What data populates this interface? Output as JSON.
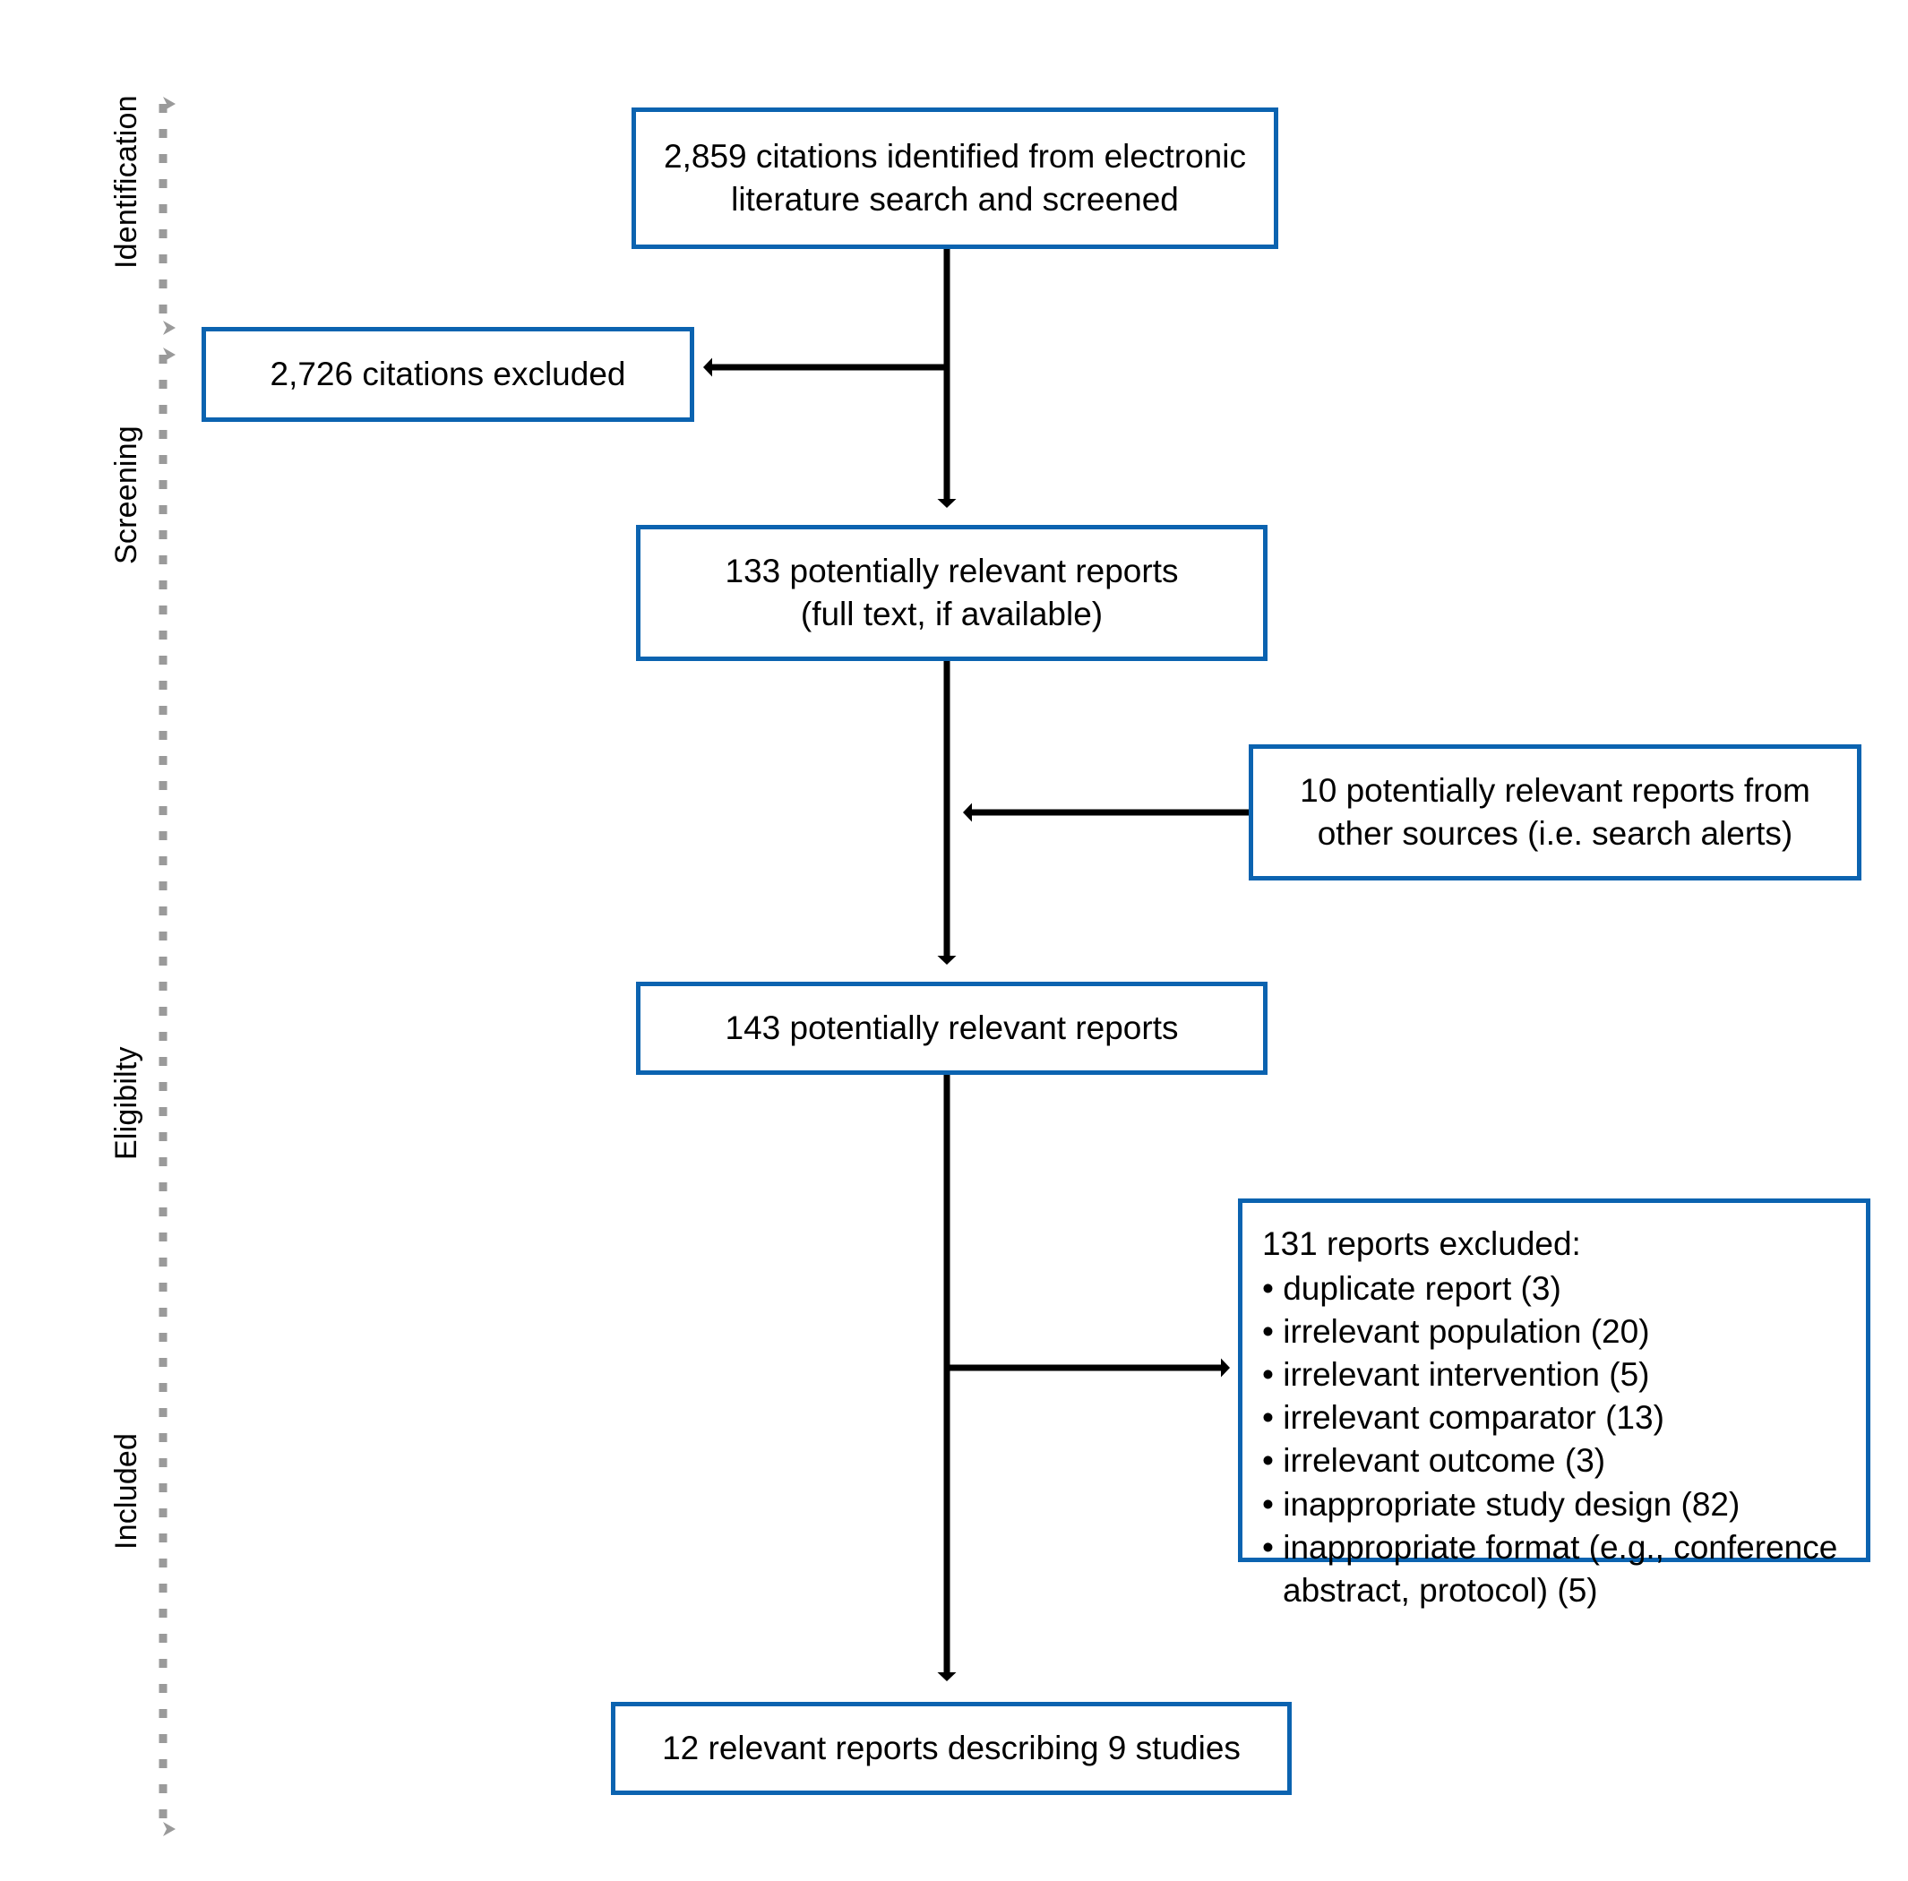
{
  "diagram": {
    "type": "prisma-flow-diagram",
    "accent_color": "#0b63b0",
    "connector_color": "#000000",
    "rail_color": "#9a9a9a"
  },
  "stages": [
    {
      "id": "identification",
      "label": "Identification"
    },
    {
      "id": "screening",
      "label": "Screening"
    },
    {
      "id": "eligibility",
      "label": "Eligibilty"
    },
    {
      "id": "included",
      "label": "Included"
    }
  ],
  "boxes": {
    "identified": {
      "id": "citations-identified",
      "text": "2,859 citations identified from electronic\nliterature search and screened"
    },
    "citations_excluded": {
      "id": "citations-excluded",
      "text": "2,726 citations excluded"
    },
    "potentially_relevant_133": {
      "id": "potentially-relevant-133",
      "text": "133 potentially relevant reports\n(full text, if available)"
    },
    "other_sources_10": {
      "id": "other-sources-10",
      "text": "10 potentially relevant reports from\nother sources (i.e. search alerts)"
    },
    "potentially_relevant_143": {
      "id": "potentially-relevant-143",
      "text": "143 potentially relevant reports"
    },
    "reports_excluded": {
      "id": "reports-excluded",
      "title": "131 reports excluded:",
      "reasons": [
        "duplicate report (3)",
        "irrelevant population (20)",
        "irrelevant intervention (5)",
        "irrelevant comparator (13)",
        "irrelevant outcome (3)",
        "inappropriate study design (82)",
        "inappropriate format (e.g., conference abstract, protocol) (5)"
      ]
    },
    "included_final": {
      "id": "included-final",
      "text": "12 relevant reports describing 9 studies"
    }
  },
  "chart_data": {
    "type": "diagram",
    "title": "PRISMA study selection flow diagram",
    "nodes": [
      {
        "id": "citations-identified",
        "stage": "Identification",
        "label": "2,859 citations identified from electronic literature search and screened",
        "count": 2859
      },
      {
        "id": "citations-excluded",
        "stage": "Screening",
        "label": "2,726 citations excluded",
        "count": 2726
      },
      {
        "id": "potentially-relevant-133",
        "stage": "Screening",
        "label": "133 potentially relevant reports (full text, if available)",
        "count": 133
      },
      {
        "id": "other-sources-10",
        "stage": "Screening",
        "label": "10 potentially relevant reports from other sources (i.e. search alerts)",
        "count": 10
      },
      {
        "id": "potentially-relevant-143",
        "stage": "Eligibilty",
        "label": "143 potentially relevant reports",
        "count": 143
      },
      {
        "id": "reports-excluded",
        "stage": "Eligibilty",
        "label": "131 reports excluded",
        "count": 131
      },
      {
        "id": "included-final",
        "stage": "Included",
        "label": "12 relevant reports describing 9 studies",
        "count": 12
      }
    ],
    "edges": [
      {
        "from": "citations-identified",
        "to": "citations-excluded",
        "direction": "left"
      },
      {
        "from": "citations-identified",
        "to": "potentially-relevant-133",
        "direction": "down"
      },
      {
        "from": "other-sources-10",
        "to": "potentially-relevant-143",
        "direction": "left"
      },
      {
        "from": "potentially-relevant-133",
        "to": "potentially-relevant-143",
        "direction": "down"
      },
      {
        "from": "potentially-relevant-143",
        "to": "reports-excluded",
        "direction": "right"
      },
      {
        "from": "potentially-relevant-143",
        "to": "included-final",
        "direction": "down"
      }
    ],
    "exclusion_breakdown": {
      "total": 131,
      "categories": [
        {
          "reason": "duplicate report",
          "count": 3
        },
        {
          "reason": "irrelevant population",
          "count": 20
        },
        {
          "reason": "irrelevant intervention",
          "count": 5
        },
        {
          "reason": "irrelevant comparator",
          "count": 13
        },
        {
          "reason": "irrelevant outcome",
          "count": 3
        },
        {
          "reason": "inappropriate study design",
          "count": 82
        },
        {
          "reason": "inappropriate format (e.g., conference abstract, protocol)",
          "count": 5
        }
      ]
    }
  }
}
